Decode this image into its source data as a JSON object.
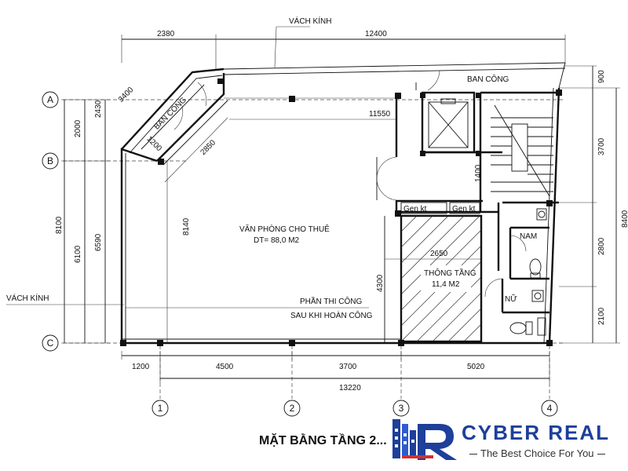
{
  "labels": {
    "glass_top": "VÁCH KÍNH",
    "glass_left": "VÁCH KÍNH",
    "balcony_top": "BAN CÔNG",
    "balcony_diag": "BAN CÔNG",
    "office_line1": "VĂN PHÒNG CHO THUÊ",
    "office_line2": "DT= 88,0 M2",
    "void_line1": "THÔNG TẦNG",
    "void_line2": "11,4 M2",
    "finish_line1": "PHẦN THI CÔNG",
    "finish_line2": "SAU KHI HOÀN CÔNG",
    "shaft1": "Gen kt",
    "shaft2": "Gen kt",
    "wc_male": "NAM",
    "wc_female": "NỮ",
    "title": "MẶT BẰNG TẦNG 2..."
  },
  "dims": {
    "top_left": "2380",
    "top_right": "12400",
    "diag_1": "3400",
    "diag_2": "2430",
    "diag_3": "1200",
    "diag_4": "2850",
    "inner_top": "11550",
    "stair_1400": "1400",
    "interior_8140": "8140",
    "void_2650": "2650",
    "void_4300": "4300",
    "left_2000": "2000",
    "left_8100": "8100",
    "left_6100": "6100",
    "left_6590": "6590",
    "right_900": "900",
    "right_3700": "3700",
    "right_2800": "2800",
    "right_2100": "2100",
    "right_8400": "8400",
    "bot_1200": "1200",
    "bot_4500": "4500",
    "bot_3700": "3700",
    "bot_5020": "5020",
    "bot_total": "13220"
  },
  "axes": {
    "row_a": "A",
    "row_b": "B",
    "row_c": "C",
    "col_1": "1",
    "col_2": "2",
    "col_3": "3",
    "col_4": "4"
  },
  "brand": {
    "name": "CYBER REAL",
    "tagline": "The Best Choice For You",
    "color": "#1e3f9a"
  }
}
